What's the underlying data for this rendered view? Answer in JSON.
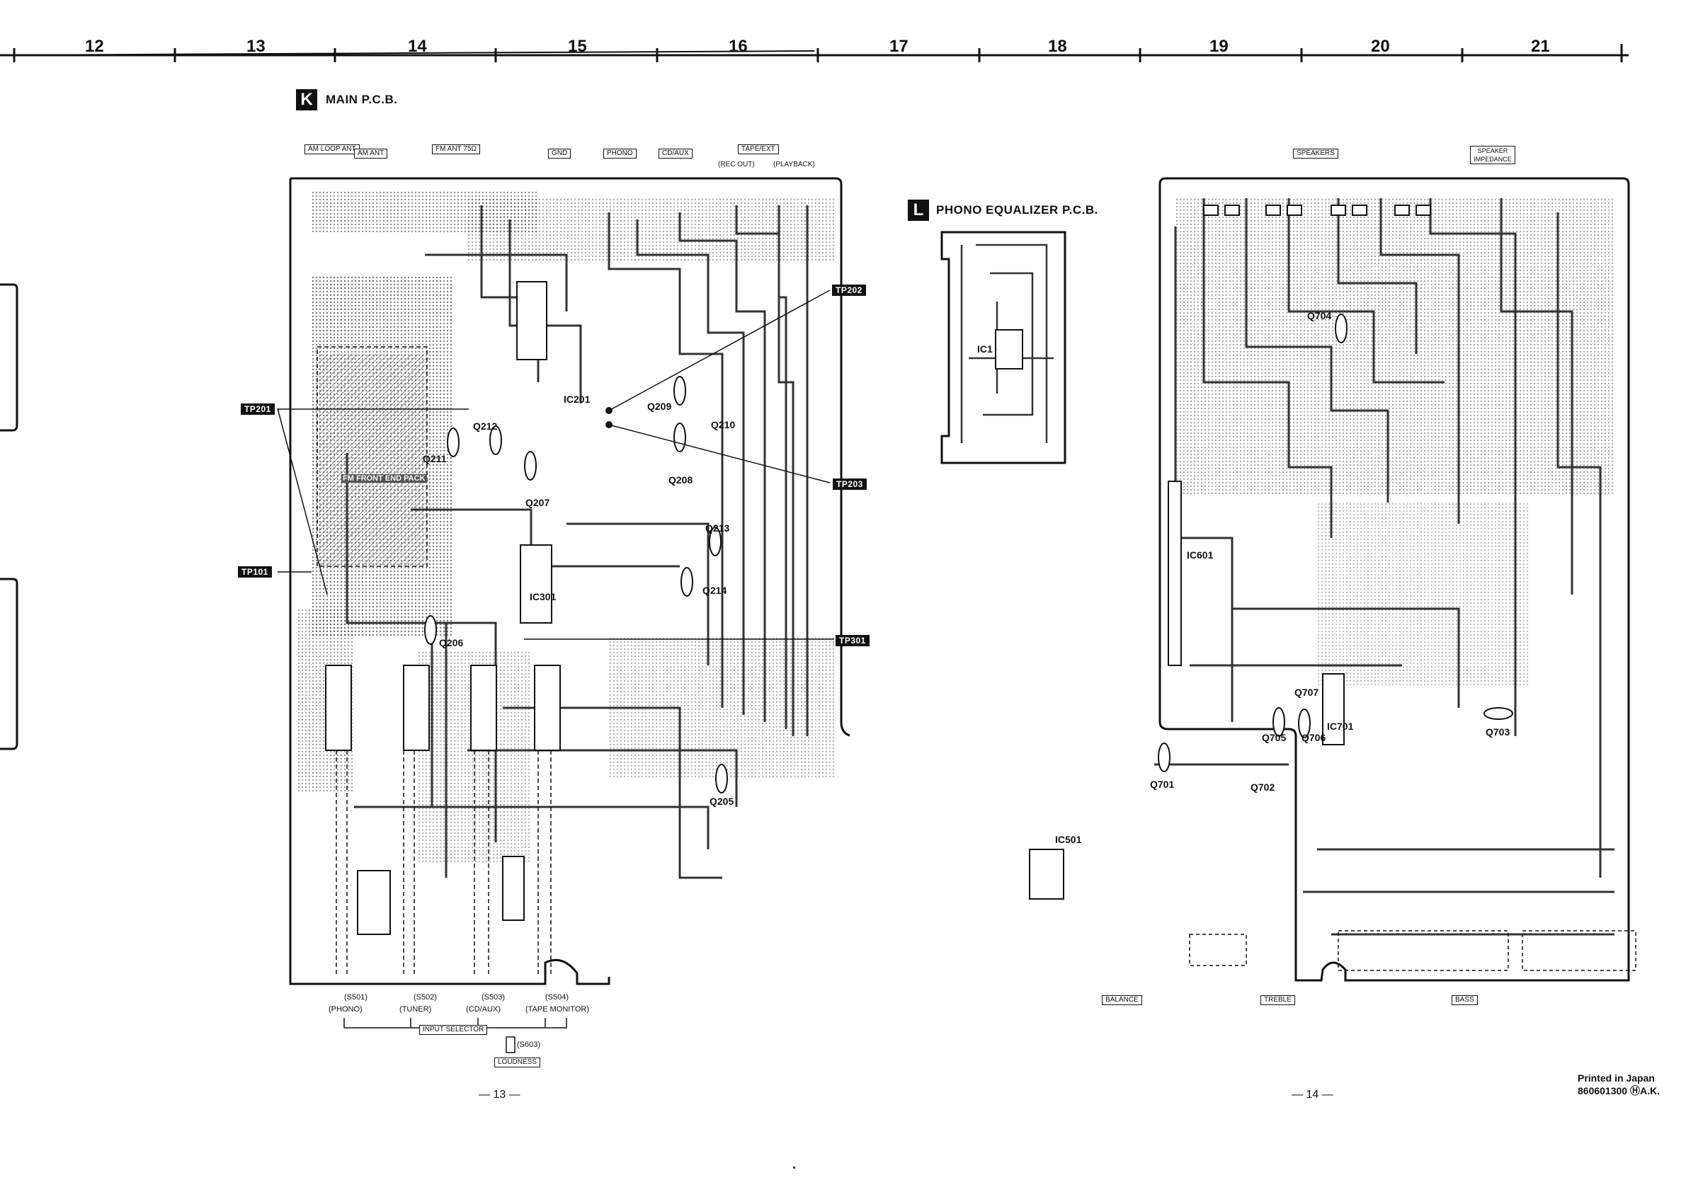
{
  "ruler": {
    "numbers": [
      "12",
      "13",
      "14",
      "15",
      "16",
      "17",
      "18",
      "19",
      "20",
      "21"
    ]
  },
  "main_pcb": {
    "badge": "K",
    "title": "MAIN P.C.B.",
    "top_jacks": [
      "AM LOOP ANT",
      "AM ANT",
      "FM ANT 75Ω",
      "GND",
      "PHONO",
      "CD/AUX",
      "TAPE/EXT"
    ],
    "tape_sub": [
      "(REC OUT)",
      "(PLAYBACK)"
    ],
    "test_points": [
      "TP201",
      "TP101",
      "TP202",
      "TP203",
      "TP301"
    ],
    "parts": [
      "IC201",
      "Q212",
      "Q211",
      "Q207",
      "Q209",
      "Q210",
      "Q208",
      "Q213",
      "Q214",
      "IC301",
      "Q206",
      "Q205"
    ],
    "front_end": "FM FRONT END PACK",
    "bottom_switches": [
      {
        "ref": "(S501)",
        "name": "(PHONO)"
      },
      {
        "ref": "(S502)",
        "name": "(TUNER)"
      },
      {
        "ref": "(S503)",
        "name": "(CD/AUX)"
      },
      {
        "ref": "(S504)",
        "name": "(TAPE MONITOR)"
      }
    ],
    "input_selector": "INPUT SELECTOR",
    "loudness_ref": "(S603)",
    "loudness": "LOUDNESS",
    "page_no": "— 13 —"
  },
  "phono_pcb": {
    "badge": "L",
    "title": "PHONO EQUALIZER P.C.B.",
    "ic": "IC1"
  },
  "right_board": {
    "top_labels": [
      "SPEAKERS",
      "SPEAKER IMPEDANCE"
    ],
    "parts": [
      "Q704",
      "IC601",
      "IC701",
      "Q707",
      "Q705",
      "Q706",
      "Q703",
      "Q701",
      "Q702",
      "IC501"
    ],
    "bottom_controls": [
      "BALANCE",
      "TREBLE",
      "BASS"
    ],
    "page_no": "— 14 —"
  },
  "footer": {
    "line1": "Printed in Japan",
    "line2": "860601300 ⒽA.K."
  }
}
